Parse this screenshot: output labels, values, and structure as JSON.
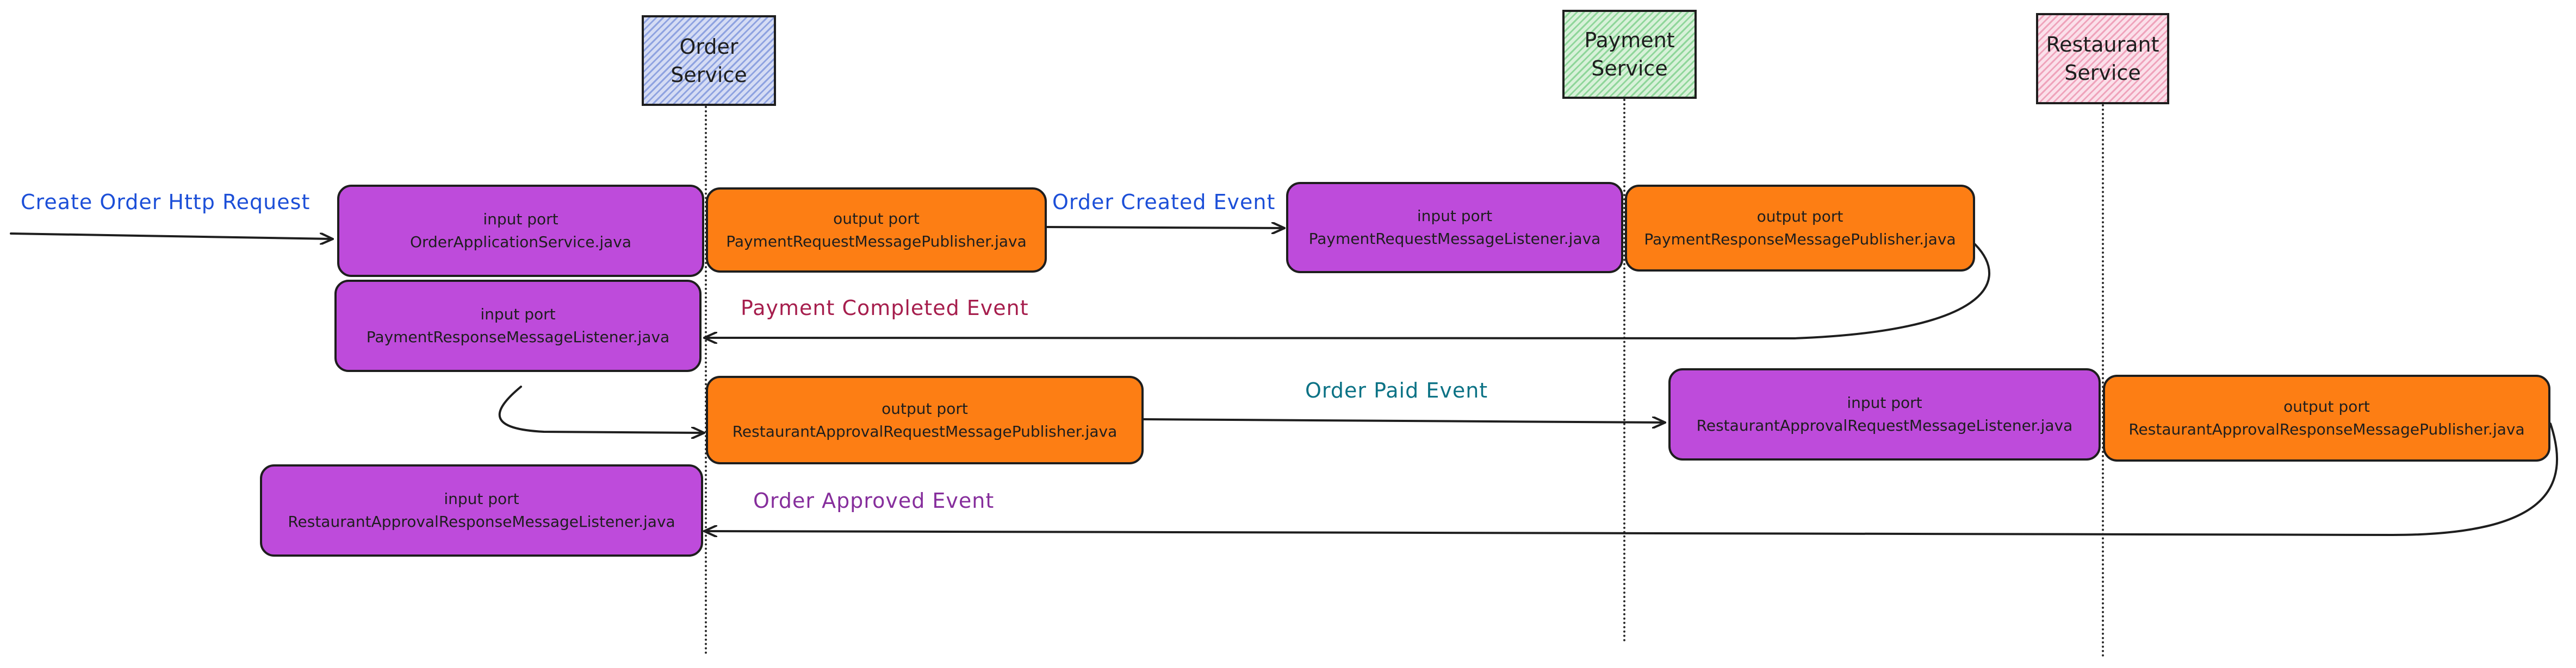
{
  "services": {
    "order": {
      "label": "Order\nService"
    },
    "payment": {
      "label": "Payment\nService"
    },
    "restaurant": {
      "label": "Restaurant\nService"
    }
  },
  "boxes": {
    "order_application_service": {
      "port": "input port",
      "file": "OrderApplicationService.java"
    },
    "payment_request_publisher": {
      "port": "output port",
      "file": "PaymentRequestMessagePublisher.java"
    },
    "payment_request_listener": {
      "port": "input port",
      "file": "PaymentRequestMessageListener.java"
    },
    "payment_response_publisher": {
      "port": "output port",
      "file": "PaymentResponseMessagePublisher.java"
    },
    "payment_response_listener": {
      "port": "input port",
      "file": "PaymentResponseMessageListener.java"
    },
    "restaurant_approval_request_publisher": {
      "port": "output port",
      "file": "RestaurantApprovalRequestMessagePublisher.java"
    },
    "restaurant_approval_request_listener": {
      "port": "input port",
      "file": "RestaurantApprovalRequestMessageListener.java"
    },
    "restaurant_approval_response_publisher": {
      "port": "output port",
      "file": "RestaurantApprovalResponseMessagePublisher.java"
    },
    "restaurant_approval_response_listener": {
      "port": "input port",
      "file": "RestaurantApprovalResponseMessageListener.java"
    }
  },
  "events": {
    "create_order_request": {
      "text": "Create Order Http Request",
      "color": "#1c4fd8"
    },
    "order_created": {
      "text": "Order Created Event",
      "color": "#1c4fd8"
    },
    "payment_completed": {
      "text": "Payment Completed Event",
      "color": "#a61e4d"
    },
    "order_paid": {
      "text": "Order Paid Event",
      "color": "#0b7285"
    },
    "order_approved": {
      "text": "Order Approved Event",
      "color": "#862e9c"
    }
  },
  "colors": {
    "input_port": "#be4bdb",
    "output_port": "#fd7e14",
    "stroke": "#1e1e1e"
  }
}
